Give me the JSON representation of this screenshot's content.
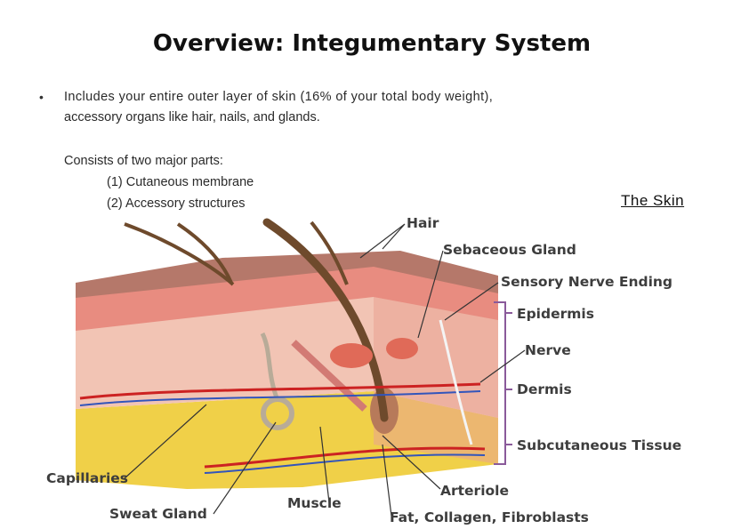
{
  "slide": {
    "title": "Overview: Integumentary System",
    "bullet_marker": "•",
    "intro_line_1": "Includes your entire outer layer of skin (16% of your total   body weight),",
    "intro_line_2": "accessory organs like hair, nails, and glands.",
    "parts_heading": "Consists of two major parts:",
    "part_1": "(1) Cutaneous membrane",
    "part_2": "(2) Accessory structures",
    "side_label": "The Skin"
  },
  "diagram": {
    "labels": {
      "hair": "Hair",
      "sebaceous_gland": "Sebaceous Gland",
      "sensory_nerve_ending": "Sensory Nerve Ending",
      "epidermis": "Epidermis",
      "nerve": "Nerve",
      "dermis": "Dermis",
      "subcutaneous_tissue": "Subcutaneous Tissue",
      "capillaries": "Capillaries",
      "muscle": "Muscle",
      "arteriole": "Arteriole",
      "sweat_gland": "Sweat Gland",
      "fat_collagen_fibroblasts": "Fat, Collagen, Fibroblasts"
    },
    "colors": {
      "skin_surface": "#b5786a",
      "epidermis": "#e88c80",
      "dermis": "#f2c4b4",
      "subcutaneous": "#f0d048",
      "hair": "#6e4a2c",
      "artery": "#cc2222",
      "vein": "#3355bb",
      "bracket": "#8a5a9a"
    }
  }
}
